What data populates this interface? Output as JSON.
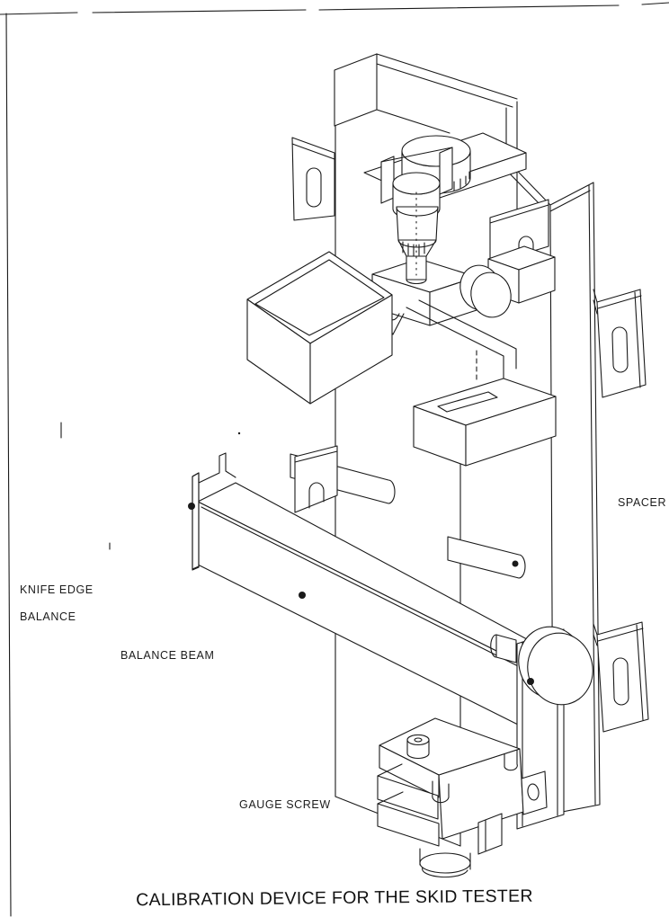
{
  "page": {
    "paper_color": "#ffffff",
    "ink_color": "#1a1a1a"
  },
  "drawing": {
    "title": "CALIBRATION DEVICE FOR THE SKID TESTER",
    "callouts": {
      "knife_edge_balance_line1": "KNIFE EDGE",
      "knife_edge_balance_line2": "BALANCE",
      "balance_beam": "BALANCE BEAM",
      "gauge_screw": "GAUGE SCREW",
      "spacer": "SPACER"
    }
  }
}
